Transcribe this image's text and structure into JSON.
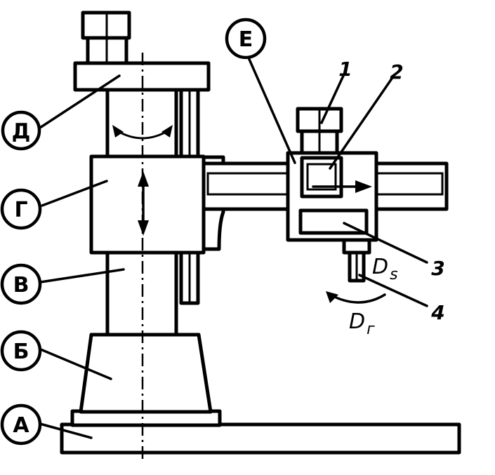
{
  "labels": {
    "a": "А",
    "b": "Б",
    "v": "В",
    "g": "Г",
    "d": "Д",
    "e": "Е",
    "n1": "1",
    "n2": "2",
    "n3": "3",
    "n4": "4"
  },
  "motions": {
    "feed_main": "D",
    "feed_sub": "s",
    "rotation_main": "D",
    "rotation_sub": "г"
  },
  "colors": {
    "ink": "#000000",
    "paper": "#ffffff"
  }
}
